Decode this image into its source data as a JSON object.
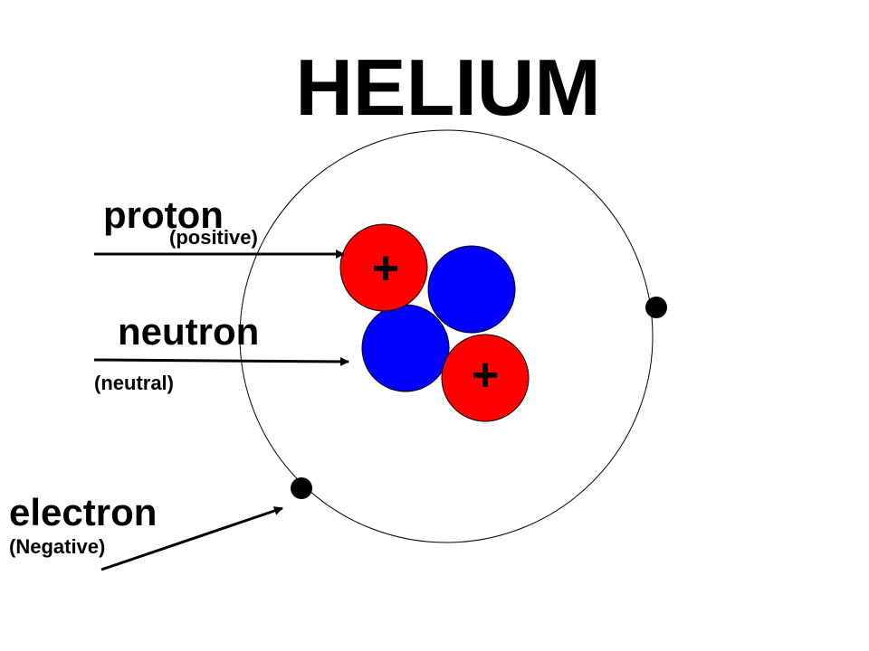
{
  "title": "HELIUM",
  "labels": {
    "proton": "proton",
    "proton_charge": "(positive)",
    "neutron": "neutron",
    "neutron_charge": "(neutral)",
    "electron": "electron",
    "electron_charge": "(Negative)"
  },
  "nucleus": {
    "proton_symbol": "+",
    "proton_count": 2,
    "neutron_count": 2
  },
  "electron_count": 2,
  "colors": {
    "proton": "#ff0000",
    "neutron": "#0000ff",
    "electron": "#000000",
    "text": "#000000",
    "orbit": "#000000"
  }
}
